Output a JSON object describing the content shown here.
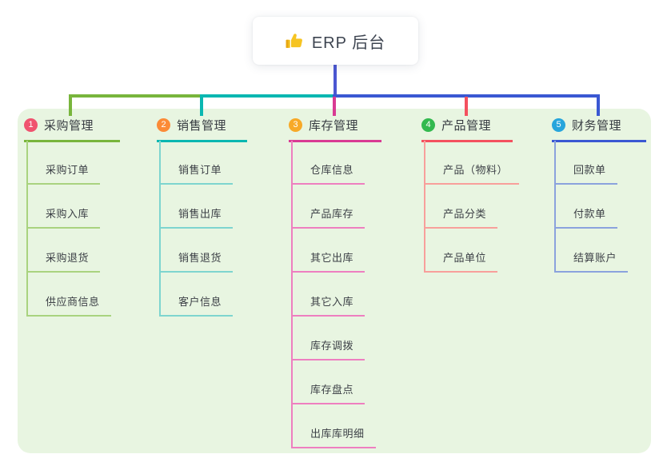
{
  "root": {
    "label": "ERP 后台",
    "icon": "thumbs-up-icon",
    "icon_color": "#f6c422",
    "connector_color": "#4b57d2"
  },
  "canvas": {
    "background_color": "#e8f5e1"
  },
  "branches": [
    {
      "number": "1",
      "label": "采购管理",
      "badge_color": "#f0536f",
      "line_color": "#78b53c",
      "child_line_color": "#a9d37f",
      "children": [
        "采购订单",
        "采购入库",
        "采购退货",
        "供应商信息"
      ]
    },
    {
      "number": "2",
      "label": "销售管理",
      "badge_color": "#fb8b37",
      "line_color": "#0ab7b1",
      "child_line_color": "#7ed5cf",
      "children": [
        "销售订单",
        "销售出库",
        "销售退货",
        "客户信息"
      ]
    },
    {
      "number": "3",
      "label": "库存管理",
      "badge_color": "#f7a928",
      "line_color": "#d93a93",
      "child_line_color": "#ee7fc0",
      "children": [
        "仓库信息",
        "产品库存",
        "其它出库",
        "其它入库",
        "库存调拨",
        "库存盘点",
        "出库库明细"
      ]
    },
    {
      "number": "4",
      "label": "产品管理",
      "badge_color": "#33b94f",
      "line_color": "#f4515f",
      "child_line_color": "#f89f9b",
      "children": [
        "产品（物料）",
        "产品分类",
        "产品单位"
      ]
    },
    {
      "number": "5",
      "label": "财务管理",
      "badge_color": "#27a5dc",
      "line_color": "#3a58d3",
      "child_line_color": "#8ba2dd",
      "children": [
        "回款单",
        "付款单",
        "结算账户"
      ]
    }
  ]
}
